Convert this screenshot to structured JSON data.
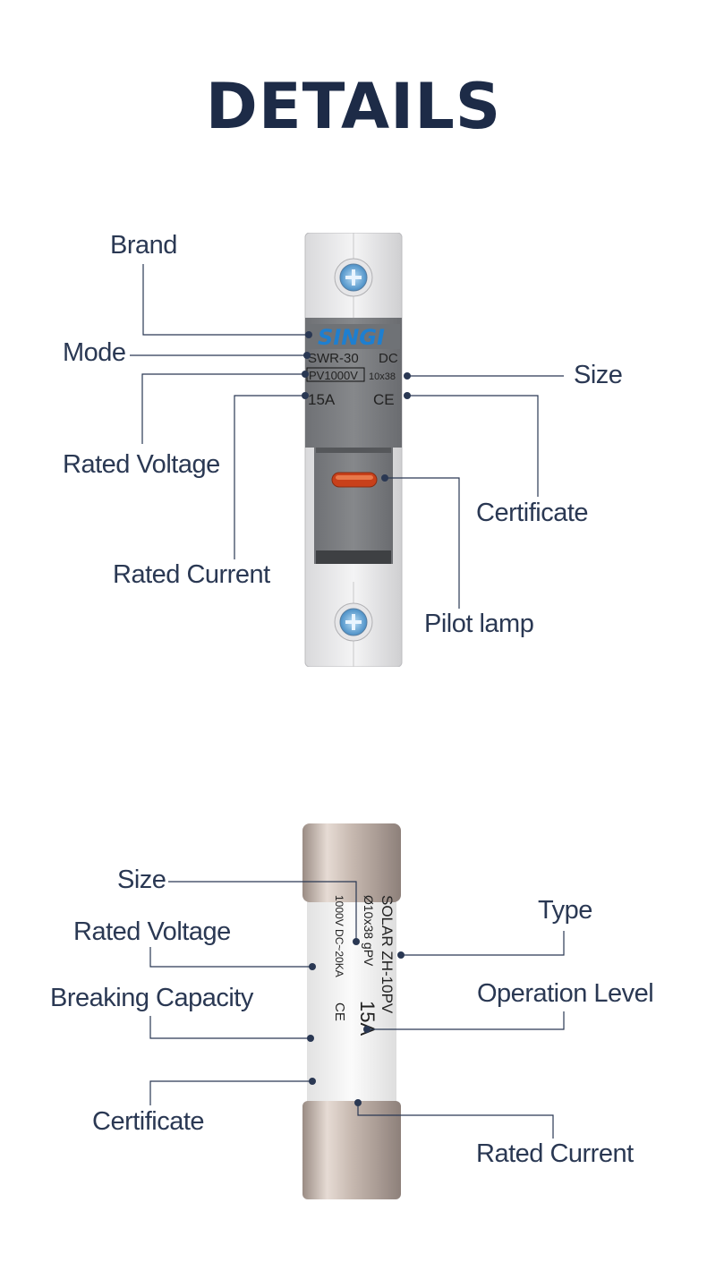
{
  "page": {
    "title": "DETAILS"
  },
  "holder": {
    "labels": {
      "brand": "Brand",
      "mode": "Mode",
      "size": "Size",
      "rated_voltage": "Rated Voltage",
      "certificate": "Certificate",
      "rated_current": "Rated Current",
      "pilot_lamp": "Pilot lamp"
    },
    "marking": {
      "brand_logo": "SINGI",
      "model": "SWR-30",
      "dc": "DC",
      "voltage": "PV1000V",
      "size": "10x38",
      "current": "15A",
      "ce": "CE"
    }
  },
  "fuse": {
    "labels": {
      "size": "Size",
      "type": "Type",
      "rated_voltage": "Rated Voltage",
      "operation_level": "Operation Level",
      "breaking_capacity": "Breaking Capacity",
      "certificate": "Certificate",
      "rated_current": "Rated Current"
    },
    "marking": {
      "type": "SOLAR ZH-10PV",
      "size_level": "Ø10x38 gPV",
      "current": "15A",
      "voltage_breaking": "1000V DC~20KA",
      "ce": "CE"
    }
  },
  "colors": {
    "title": "#1d2b47",
    "label": "#2a3853",
    "leader": "#2a3853",
    "brand_blue": "#1e7fd0",
    "holder_grey": "#7b7d80",
    "lamp": "#c8401a"
  }
}
